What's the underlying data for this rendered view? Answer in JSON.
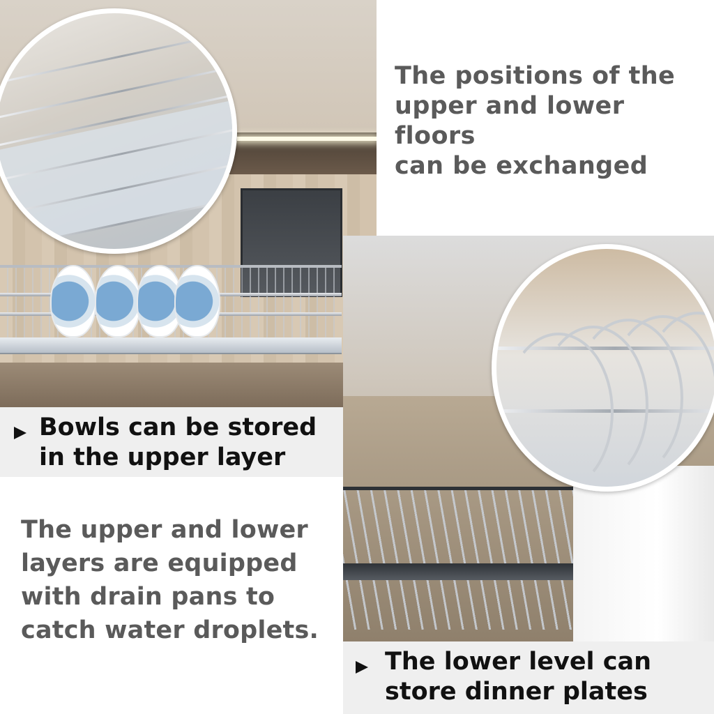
{
  "heading_right": {
    "lines": [
      "The positions of the",
      "upper and lower floors",
      "can be exchanged"
    ]
  },
  "caption_upper": {
    "lines": [
      "Bowls can be stored",
      "in the upper layer"
    ]
  },
  "body_left": {
    "lines": [
      "The upper and lower",
      "layers are equipped",
      "with drain pans to",
      "catch water droplets."
    ]
  },
  "caption_lower": {
    "lines": [
      "The lower level can",
      "store dinner plates"
    ]
  },
  "colors": {
    "heading_text": "#5a5a5a",
    "caption_text": "#111111",
    "caption_background": "#efefef",
    "page_background": "#ffffff"
  },
  "icons": {
    "caption_bullet": "triangle-right-icon"
  }
}
